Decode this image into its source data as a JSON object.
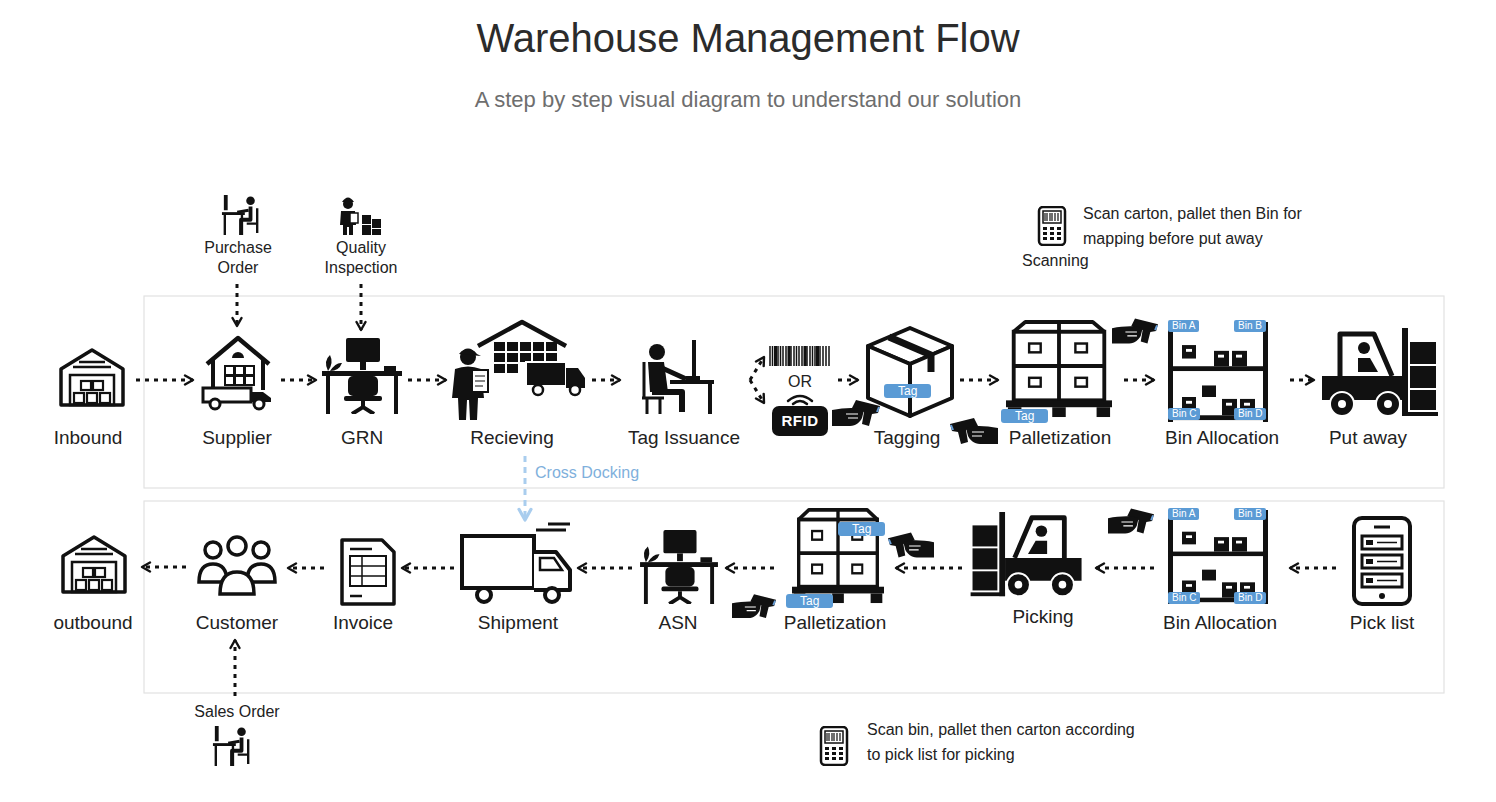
{
  "diagram": {
    "title": "Warehouse Management Flow",
    "caption": "A step by step visual diagram to understand our solution",
    "nodes": [
      {
        "text": [
          "Inbound"
        ]
      },
      {
        "text": [
          "Purchase Order"
        ]
      },
      {
        "text": [
          "Supplier"
        ]
      },
      {
        "text": [
          "Quality Inspection"
        ]
      },
      {
        "text": [
          "GRN"
        ]
      },
      {
        "text": [
          "Recieving"
        ]
      },
      {
        "text": [
          "Tag Issuance"
        ]
      },
      {
        "text": [
          "OR",
          "RFID"
        ]
      },
      {
        "text": [
          "Tagging"
        ]
      },
      {
        "text": [
          "Palletization"
        ]
      },
      {
        "text": [
          "Bin Allocation"
        ]
      },
      {
        "text": [
          "Put away"
        ]
      },
      {
        "text": [
          "outbound"
        ]
      },
      {
        "text": [
          "Customer"
        ]
      },
      {
        "text": [
          "Sales Order"
        ]
      },
      {
        "text": [
          "Invoice"
        ]
      },
      {
        "text": [
          "Shipment"
        ]
      },
      {
        "text": [
          "ASN"
        ]
      },
      {
        "text": [
          "Palletization"
        ]
      },
      {
        "text": [
          "Picking"
        ]
      },
      {
        "text": [
          "Bin Allocation"
        ]
      },
      {
        "text": [
          "Pick list"
        ]
      }
    ],
    "edges": [
      {
        "from": 0,
        "to": 2,
        "arrow": "to"
      },
      {
        "from": 1,
        "to": 2,
        "arrow": "to"
      },
      {
        "from": 2,
        "to": 4,
        "arrow": "to"
      },
      {
        "from": 3,
        "to": 4,
        "arrow": "to"
      },
      {
        "from": 4,
        "to": 5,
        "arrow": "to"
      },
      {
        "from": 5,
        "to": 6,
        "arrow": "to"
      },
      {
        "from": 6,
        "to": 7,
        "arrow": "to"
      },
      {
        "from": 7,
        "to": 8,
        "arrow": "to"
      },
      {
        "from": 8,
        "to": 9,
        "arrow": "to"
      },
      {
        "from": 9,
        "to": 10,
        "arrow": "to"
      },
      {
        "from": 10,
        "to": 11,
        "arrow": "to"
      },
      {
        "from": 21,
        "to": 20,
        "arrow": "to"
      },
      {
        "from": 20,
        "to": 19,
        "arrow": "to"
      },
      {
        "from": 19,
        "to": 18,
        "arrow": "to"
      },
      {
        "from": 18,
        "to": 17,
        "arrow": "to"
      },
      {
        "from": 17,
        "to": 16,
        "arrow": "to"
      },
      {
        "from": 16,
        "to": 15,
        "arrow": "to"
      },
      {
        "from": 15,
        "to": 13,
        "arrow": "to"
      },
      {
        "from": 13,
        "to": 12,
        "arrow": "to"
      },
      {
        "from": 14,
        "to": 13,
        "arrow": "to"
      },
      {
        "from": 5,
        "to": 16,
        "label": "Cross Docking",
        "arrow": "to"
      }
    ],
    "labels": [
      "Scanning",
      "Scan carton, pallet then Bin for mapping before put away",
      "Tag",
      "Tag",
      "Bin A",
      "Bin B",
      "Bin C",
      "Bin D",
      "Scan bin, pallet then carton according to pick list for picking",
      "Bin A",
      "Bin B",
      "Bin C",
      "Bin D",
      "Tag",
      "Tag"
    ]
  }
}
